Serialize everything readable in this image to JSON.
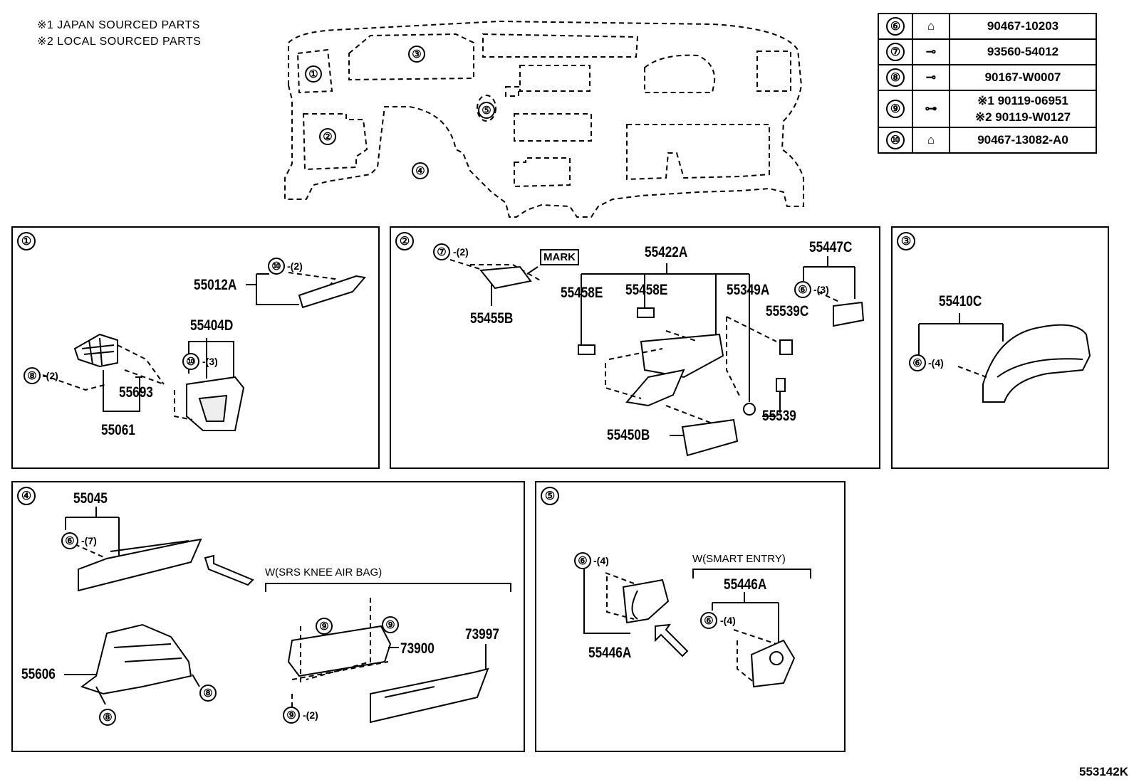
{
  "notes": [
    "※1 JAPAN SOURCED PARTS",
    "※2 LOCAL SOURCED PARTS"
  ],
  "overview": {
    "zones": [
      "①",
      "②",
      "③",
      "④",
      "⑤"
    ]
  },
  "fasteners": [
    {
      "ref": "⑥",
      "icon": "clip-icon",
      "parts": [
        "90467-10203"
      ]
    },
    {
      "ref": "⑦",
      "icon": "screw-icon",
      "parts": [
        "93560-54012"
      ]
    },
    {
      "ref": "⑧",
      "icon": "screw-icon",
      "parts": [
        "90167-W0007"
      ]
    },
    {
      "ref": "⑨",
      "icon": "bolt-icon",
      "parts": [
        "※1 90119-06951",
        "※2 90119-W0127"
      ]
    },
    {
      "ref": "⑩",
      "icon": "clip-icon",
      "parts": [
        "90467-13082-A0"
      ]
    }
  ],
  "panel1": {
    "num": "①",
    "labels": {
      "a": "55012A",
      "b": "55404D",
      "c": "55693",
      "d": "55061"
    },
    "callouts": {
      "c10a": "⑩",
      "q10a": "-(2)",
      "c10b": "⑩",
      "q10b": "-(3)",
      "c8": "⑧",
      "q8": "-(2)"
    }
  },
  "panel2": {
    "num": "②",
    "labels": {
      "a": "55455B",
      "b": "MARK",
      "c": "55422A",
      "d": "55458E",
      "e": "55458E",
      "f": "55447C",
      "g": "55349A",
      "h": "55539C",
      "i": "55539",
      "j": "55450B"
    },
    "callouts": {
      "c7": "⑦",
      "q7": "-(2)",
      "c6": "⑥",
      "q6": "-(3)"
    }
  },
  "panel3": {
    "num": "③",
    "labels": {
      "a": "55410C"
    },
    "callouts": {
      "c6": "⑥",
      "q6": "-(4)"
    }
  },
  "panel4": {
    "num": "④",
    "labels": {
      "a": "55045",
      "b": "55606",
      "c": "73900",
      "d": "73997"
    },
    "condition": "W(SRS KNEE AIR BAG)",
    "callouts": {
      "c6": "⑥",
      "q6": "-(7)",
      "c8a": "⑧",
      "c8b": "⑧",
      "c9a": "⑨",
      "c9b": "⑨",
      "c9c": "⑨",
      "q9": "-(2)"
    }
  },
  "panel5": {
    "num": "⑤",
    "labels": {
      "a": "55446A",
      "b": "55446A"
    },
    "condition": "W(SMART ENTRY)",
    "callouts": {
      "c6a": "⑥",
      "q6a": "-(4)",
      "c6b": "⑥",
      "q6b": "-(4)"
    }
  },
  "footer": "553142K"
}
